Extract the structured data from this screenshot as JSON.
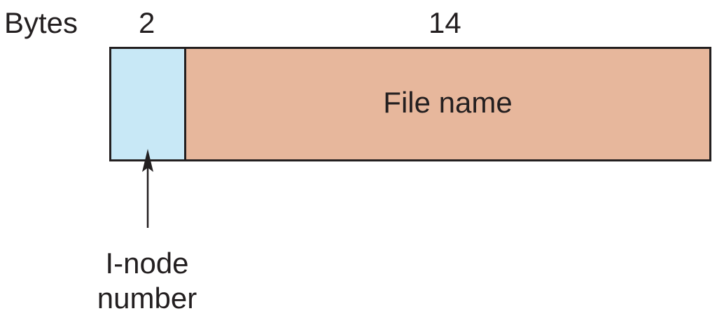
{
  "header": {
    "bytes_label": "Bytes",
    "inode_size": "2",
    "name_size": "14"
  },
  "entry": {
    "file_name_label": "File name"
  },
  "annotation": {
    "line1": "I-node",
    "line2": "number"
  },
  "colors": {
    "inode_field": "#c8e8f6",
    "name_field": "#e7b79c",
    "stroke": "#231f20"
  }
}
